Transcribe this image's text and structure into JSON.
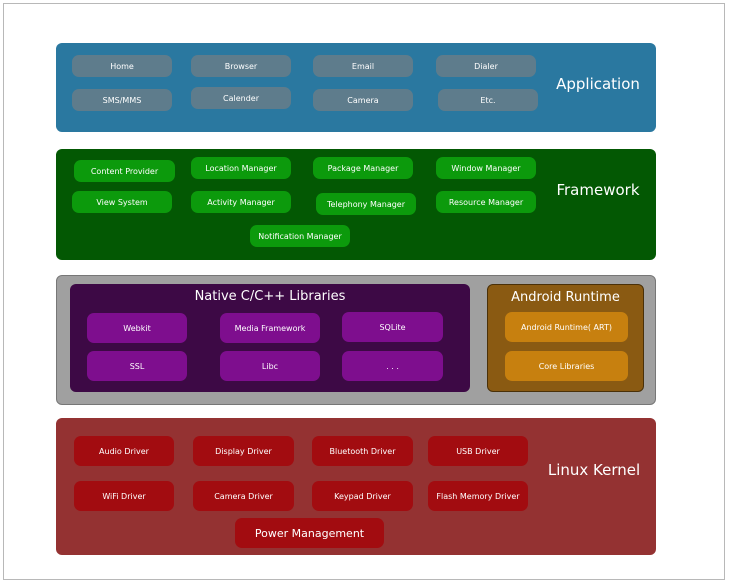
{
  "application": {
    "title": "Application",
    "items": [
      "Home",
      "Browser",
      "Email",
      "Dialer",
      "SMS/MMS",
      "Calender",
      "Camera",
      "Etc."
    ]
  },
  "framework": {
    "title": "Framework",
    "items": [
      "Content Provider",
      "Location Manager",
      "Package Manager",
      "Window Manager",
      "View System",
      "Activity Manager",
      "Telephony Manager",
      "Resource Manager",
      "Notification Manager"
    ]
  },
  "native": {
    "title": "Native C/C++ Libraries",
    "items": [
      "Webkit",
      "Media Framework",
      "SQLite",
      "SSL",
      "Libc",
      ". . ."
    ]
  },
  "runtime": {
    "title": "Android Runtime",
    "items": [
      "Android Runtime( ART)",
      "Core Libraries"
    ]
  },
  "kernel": {
    "title": "Linux Kernel",
    "items": [
      "Audio Driver",
      "Display Driver",
      "Bluetooth Driver",
      "USB Driver",
      "WiFi Driver",
      "Camera Driver",
      "Keypad Driver",
      "Flash Memory Driver",
      "Power Management"
    ]
  },
  "colors": {
    "application": "#2a78a0",
    "framework": "#035803",
    "native": "#3d0945",
    "runtime": "#8a5a12",
    "kernel": "#943232"
  }
}
